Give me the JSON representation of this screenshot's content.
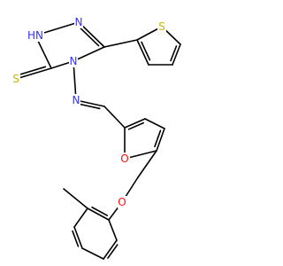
{
  "colors": {
    "bond": "#000000",
    "N": "#3333FF",
    "O": "#FF0D0D",
    "S": "#C8B400",
    "C": "#000000"
  },
  "atoms": [
    {
      "id": "HN",
      "label": "HN",
      "element": "N"
    },
    {
      "id": "N2",
      "label": "N",
      "element": "N"
    },
    {
      "id": "N4",
      "label": "N",
      "element": "N"
    },
    {
      "id": "Nim",
      "label": "N",
      "element": "N"
    },
    {
      "id": "S_thione",
      "label": "S",
      "element": "S"
    },
    {
      "id": "S_thio",
      "label": "S",
      "element": "S"
    },
    {
      "id": "O_fur",
      "label": "O",
      "element": "O"
    },
    {
      "id": "O_eth",
      "label": "O",
      "element": "O"
    }
  ]
}
